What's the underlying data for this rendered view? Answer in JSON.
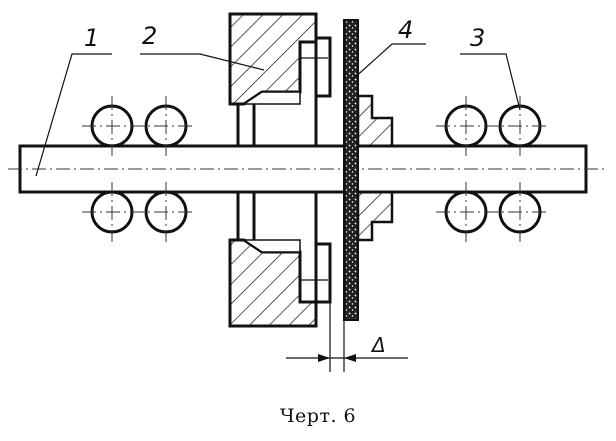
{
  "labels": {
    "shaft": "1",
    "flange": "2",
    "rollers": "3",
    "disc": "4",
    "gap": "Δ"
  },
  "caption": "Черт. 6"
}
